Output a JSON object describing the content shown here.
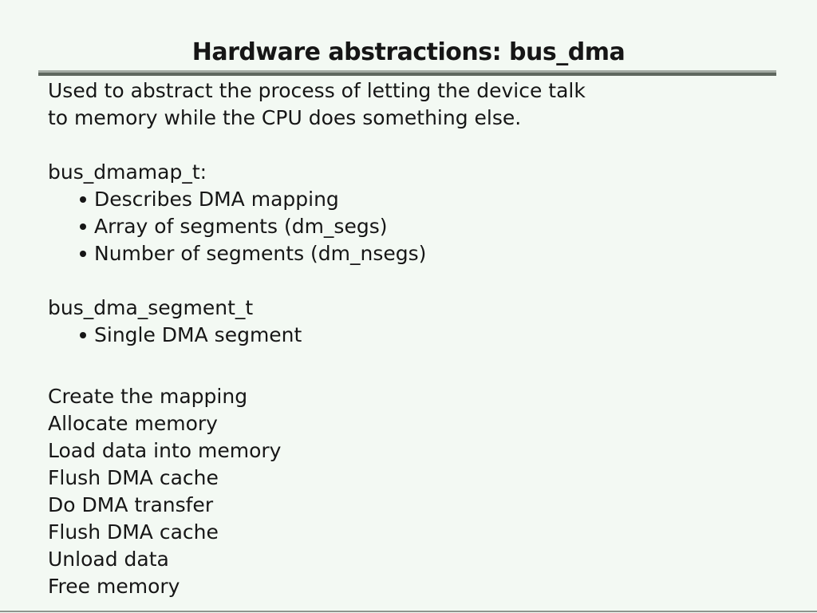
{
  "colors": {
    "background": "#f3f9f3",
    "text": "#161616",
    "rule-top": "#a2a9a2",
    "rule-bottom": "#5e675e",
    "edge": "#8e958e"
  },
  "slide": {
    "title": "Hardware abstractions: bus_dma",
    "intro_lines": [
      "Used to abstract the process of letting the device talk",
      "to memory while the CPU does something else."
    ],
    "sections": [
      {
        "heading": "bus_dmamap_t:",
        "bullets": [
          "Describes DMA mapping",
          "Array of segments (dm_segs)",
          "Number of segments (dm_nsegs)"
        ]
      },
      {
        "heading": "bus_dma_segment_t",
        "bullets": [
          "Single DMA segment"
        ]
      }
    ],
    "steps": [
      "Create the mapping",
      "Allocate memory",
      "Load data into memory",
      "Flush DMA cache",
      "Do DMA transfer",
      "Flush DMA cache",
      "Unload data",
      "Free memory"
    ]
  }
}
